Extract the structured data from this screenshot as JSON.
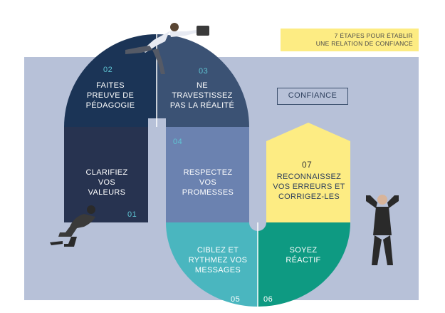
{
  "header": {
    "line1": "7 ÉTAPES POUR ÉTABLIR",
    "line2": "UNE RELATION DE CONFIANCE"
  },
  "goal_label": "CONFIANCE",
  "steps": [
    {
      "number": "01",
      "line1": "CLARIFIEZ",
      "line2": "VOS",
      "line3": "VALEURS"
    },
    {
      "number": "02",
      "line1": "FAITES",
      "line2": "PREUVE DE",
      "line3": "PÉDAGOGIE"
    },
    {
      "number": "03",
      "line1": "NE",
      "line2": "TRAVESTISSEZ",
      "line3": "PAS LA RÉALITÉ"
    },
    {
      "number": "04",
      "line1": "RESPECTEZ",
      "line2": "VOS",
      "line3": "PROMESSES"
    },
    {
      "number": "05",
      "line1": "CIBLEZ ET",
      "line2": "RYTHMEZ VOS",
      "line3": "MESSAGES"
    },
    {
      "number": "06",
      "line1": "SOYEZ",
      "line2": "RÉACTIF"
    },
    {
      "number": "07",
      "line1": "RECONNAISSEZ",
      "line2": "VOS ERREURS ET",
      "line3": "CORRIGEZ-LES"
    }
  ],
  "colors": {
    "background": "#b7c1d8",
    "step1": "#273350",
    "step2": "#1b3456",
    "step3": "#3b5274",
    "step4": "#6b82b0",
    "step5": "#4ab6bf",
    "step6": "#0e9a82",
    "step7": "#fdec83",
    "accent_number": "#5fc4d3"
  }
}
